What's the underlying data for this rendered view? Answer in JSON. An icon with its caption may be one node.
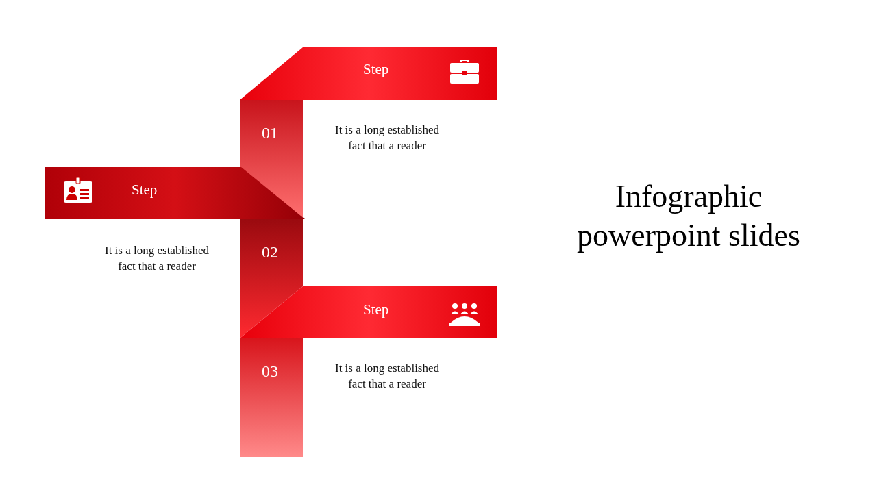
{
  "diagram": {
    "title": "Infographic powerpoint slides",
    "nodes": [
      {
        "text": [
          "Step"
        ]
      },
      {
        "text": [
          "Step"
        ]
      },
      {
        "text": [
          "Step"
        ]
      },
      {
        "text": [
          "01"
        ]
      },
      {
        "text": [
          "02"
        ]
      },
      {
        "text": [
          "03"
        ]
      }
    ],
    "labels": [
      "It is a long established fact that a reader",
      "It is a long established fact that a reader",
      "It is a long established fact that a reader"
    ]
  }
}
